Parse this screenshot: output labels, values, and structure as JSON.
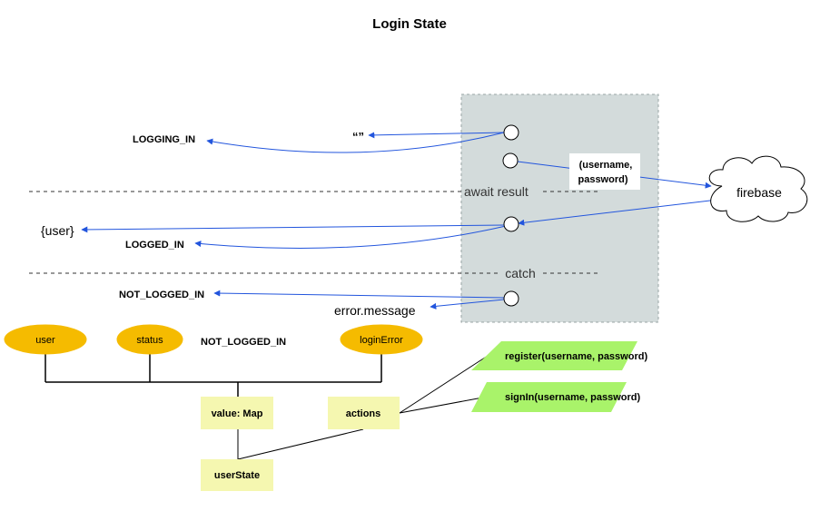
{
  "title": "Login State",
  "colors": {
    "flow_arrow": "#2255dd",
    "panel_fill": "#d3dbdb",
    "ellipse_fill": "#f5bb00",
    "box_fill": "#f5f7b0",
    "para_fill": "#a9f36a"
  },
  "panel": {
    "await_label": "await result",
    "catch_label": "catch"
  },
  "flow_labels": {
    "logging_in": "LOGGING_IN",
    "empty_string": "“”",
    "credentials_line1": "(username,",
    "credentials_line2": "password)",
    "firebase": "firebase",
    "user": "{user}",
    "logged_in": "LOGGED_IN",
    "not_logged_in": "NOT_LOGGED_IN",
    "error_message": "error.message"
  },
  "state_tree": {
    "fields": {
      "user": "user",
      "status": "status",
      "status_value": "NOT_LOGGED_IN",
      "login_error": "loginError"
    },
    "value_box": "value: Map",
    "actions_box": "actions",
    "root_box": "userState",
    "action_items": [
      "register(username, password)",
      "signIn(username, password)"
    ]
  }
}
